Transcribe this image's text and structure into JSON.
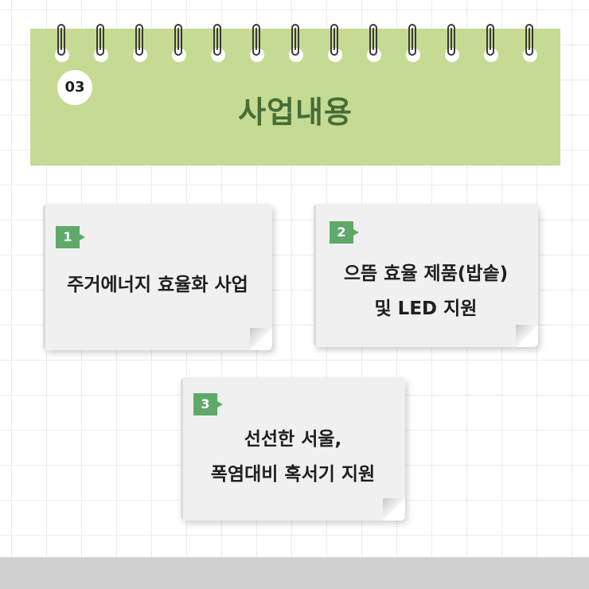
{
  "header": {
    "badge": "03",
    "title": "사업내용",
    "ring_count": 13
  },
  "cards": [
    {
      "number": "1",
      "lines": [
        "주거에너지 효율화 사업"
      ]
    },
    {
      "number": "2",
      "lines": [
        "으뜸 효율 제품(밥솥)",
        "및 LED 지원"
      ]
    },
    {
      "number": "3",
      "lines": [
        "선선한 서울,",
        "폭염대비 혹서기 지원"
      ]
    }
  ],
  "colors": {
    "header_bg": "#c5db93",
    "title": "#466d35",
    "number_badge": "#5fa96a",
    "card_bg": "#f0f0f0"
  },
  "icons": [
    "spiral-ring-icon",
    "folded-corner-icon"
  ]
}
